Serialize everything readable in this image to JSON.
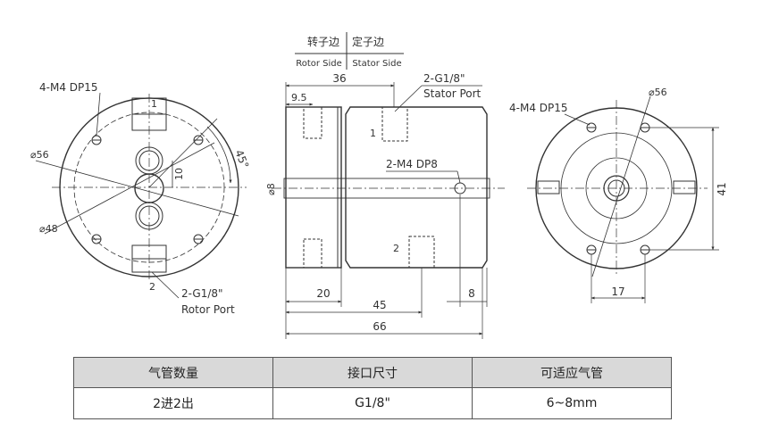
{
  "side_labels": {
    "rotor_cn": "转子边",
    "rotor_en": "Rotor Side",
    "stator_cn": "定子边",
    "stator_en": "Stator Side"
  },
  "left_view": {
    "mount_holes": "4-M4 DP15",
    "outer_dia": "⌀56",
    "bolt_circle": "⌀48",
    "angle": "45°",
    "center_dim": "10",
    "port1": "1",
    "port2": "2",
    "rotor_port_size": "2-G1/8\"",
    "rotor_port_label": "Rotor Port"
  },
  "middle_view": {
    "dim_36": "36",
    "dim_9_5": "9.5",
    "stator_port_size": "2-G1/8\"",
    "stator_port_label": "Stator Port",
    "port1": "1",
    "port2": "2",
    "mount_holes": "2-M4 DP8",
    "shaft_dia": "⌀8",
    "dim_20": "20",
    "dim_45": "45",
    "dim_8": "8",
    "dim_66": "66"
  },
  "right_view": {
    "mount_holes": "4-M4 DP15",
    "outer_dia": "⌀56",
    "dim_41": "41",
    "dim_17": "17"
  },
  "spec_table": {
    "headers": [
      "气管数量",
      "接口尺寸",
      "可适应气管"
    ],
    "row": [
      "2进2出",
      "G1/8\"",
      "6~8mm"
    ]
  }
}
